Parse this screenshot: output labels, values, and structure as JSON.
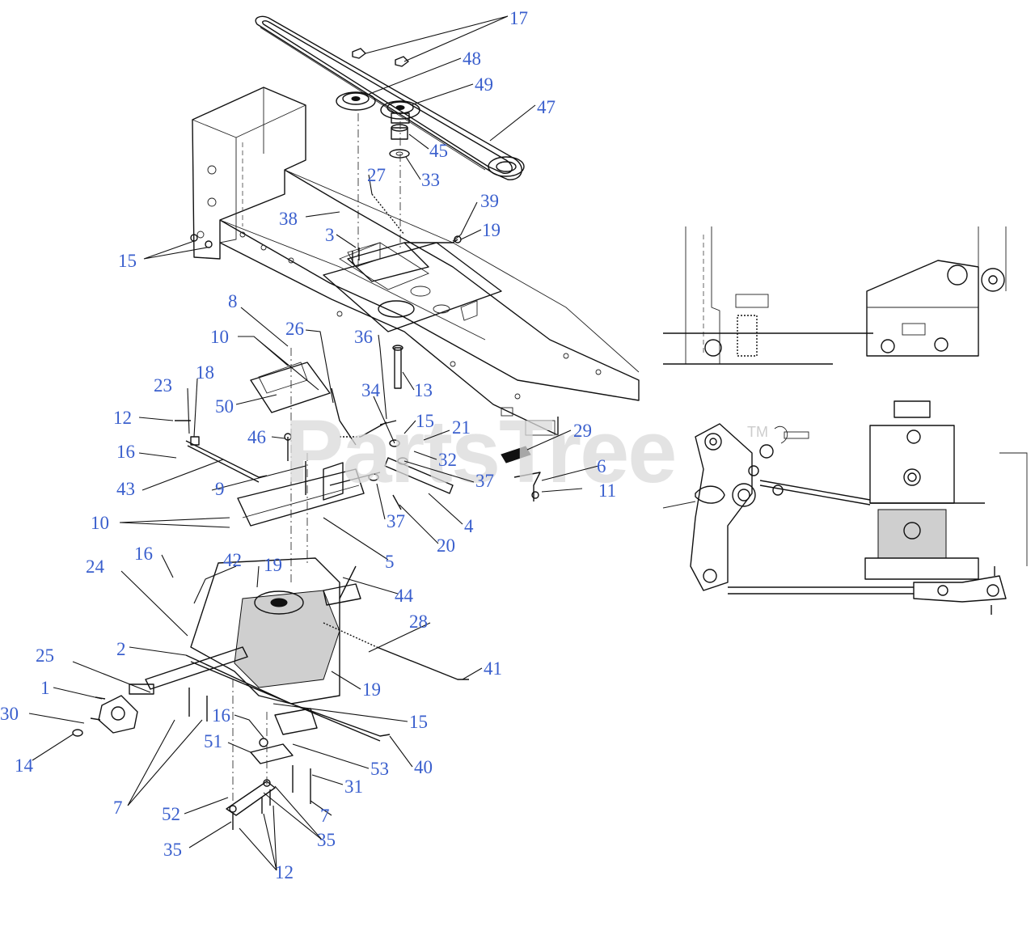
{
  "watermark": {
    "brand": "PartsTree",
    "trademark": "TM"
  },
  "callouts": [
    {
      "id": "c17",
      "label": "17"
    },
    {
      "id": "c48",
      "label": "48"
    },
    {
      "id": "c49",
      "label": "49"
    },
    {
      "id": "c47",
      "label": "47"
    },
    {
      "id": "c45",
      "label": "45"
    },
    {
      "id": "c27",
      "label": "27"
    },
    {
      "id": "c33",
      "label": "33"
    },
    {
      "id": "c39",
      "label": "39"
    },
    {
      "id": "c19a",
      "label": "19"
    },
    {
      "id": "c38",
      "label": "38"
    },
    {
      "id": "c3",
      "label": "3"
    },
    {
      "id": "c15a",
      "label": "15"
    },
    {
      "id": "c8",
      "label": "8"
    },
    {
      "id": "c26",
      "label": "26"
    },
    {
      "id": "c10a",
      "label": "10"
    },
    {
      "id": "c36",
      "label": "36"
    },
    {
      "id": "c13",
      "label": "13"
    },
    {
      "id": "c23",
      "label": "23"
    },
    {
      "id": "c18",
      "label": "18"
    },
    {
      "id": "c12a",
      "label": "12"
    },
    {
      "id": "c50",
      "label": "50"
    },
    {
      "id": "c34",
      "label": "34"
    },
    {
      "id": "c15b",
      "label": "15"
    },
    {
      "id": "c21",
      "label": "21"
    },
    {
      "id": "c29",
      "label": "29"
    },
    {
      "id": "c46",
      "label": "46"
    },
    {
      "id": "c16a",
      "label": "16"
    },
    {
      "id": "c32",
      "label": "32"
    },
    {
      "id": "c43",
      "label": "43"
    },
    {
      "id": "c9",
      "label": "9"
    },
    {
      "id": "c37a",
      "label": "37"
    },
    {
      "id": "c6",
      "label": "6"
    },
    {
      "id": "c11",
      "label": "11"
    },
    {
      "id": "c10b",
      "label": "10"
    },
    {
      "id": "c37b",
      "label": "37"
    },
    {
      "id": "c4",
      "label": "4"
    },
    {
      "id": "c20",
      "label": "20"
    },
    {
      "id": "c5",
      "label": "5"
    },
    {
      "id": "c16b",
      "label": "16"
    },
    {
      "id": "c42",
      "label": "42"
    },
    {
      "id": "c19b",
      "label": "19"
    },
    {
      "id": "c24",
      "label": "24"
    },
    {
      "id": "c44",
      "label": "44"
    },
    {
      "id": "c28",
      "label": "28"
    },
    {
      "id": "c2",
      "label": "2"
    },
    {
      "id": "c25",
      "label": "25"
    },
    {
      "id": "c41",
      "label": "41"
    },
    {
      "id": "c1",
      "label": "1"
    },
    {
      "id": "c19c",
      "label": "19"
    },
    {
      "id": "c30",
      "label": "30"
    },
    {
      "id": "c15c",
      "label": "15"
    },
    {
      "id": "c16c",
      "label": "16"
    },
    {
      "id": "c14",
      "label": "14"
    },
    {
      "id": "c51",
      "label": "51"
    },
    {
      "id": "c53",
      "label": "53"
    },
    {
      "id": "c40",
      "label": "40"
    },
    {
      "id": "c31",
      "label": "31"
    },
    {
      "id": "c7a",
      "label": "7"
    },
    {
      "id": "c7b",
      "label": "7"
    },
    {
      "id": "c52",
      "label": "52"
    },
    {
      "id": "c35a",
      "label": "35"
    },
    {
      "id": "c35b",
      "label": "35"
    },
    {
      "id": "c12b",
      "label": "12"
    }
  ]
}
